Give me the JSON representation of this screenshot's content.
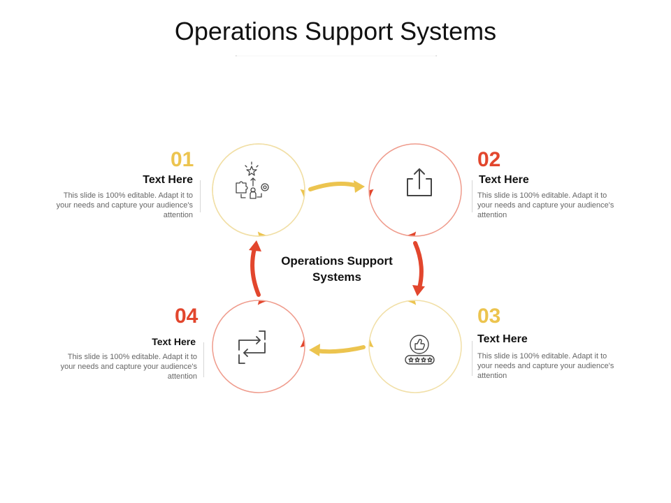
{
  "title": "Operations Support Systems",
  "center_label": "Operations Support Systems",
  "colors": {
    "yellow": "#ecc44f",
    "red": "#e2462d",
    "grey_text": "#666666"
  },
  "steps": [
    {
      "number": "01",
      "title": "Text Here",
      "desc": "This slide is 100% editable. Adapt it to your needs and capture your audience's attention",
      "icon": "puzzle-idea-gear-icon",
      "color": "yellow"
    },
    {
      "number": "02",
      "title": "Text Here",
      "desc": "This slide is 100% editable. Adapt it to your needs and capture your audience's attention",
      "icon": "share-upload-icon",
      "color": "red"
    },
    {
      "number": "03",
      "title": "Text Here",
      "desc": "This slide is 100% editable. Adapt it to your needs and capture your audience's attention",
      "icon": "thumbs-up-rating-icon",
      "color": "yellow"
    },
    {
      "number": "04",
      "title": "Text Here",
      "desc": "This slide is 100% editable. Adapt it to your needs and capture your audience's attention",
      "icon": "cycle-arrows-icon",
      "color": "red"
    }
  ]
}
